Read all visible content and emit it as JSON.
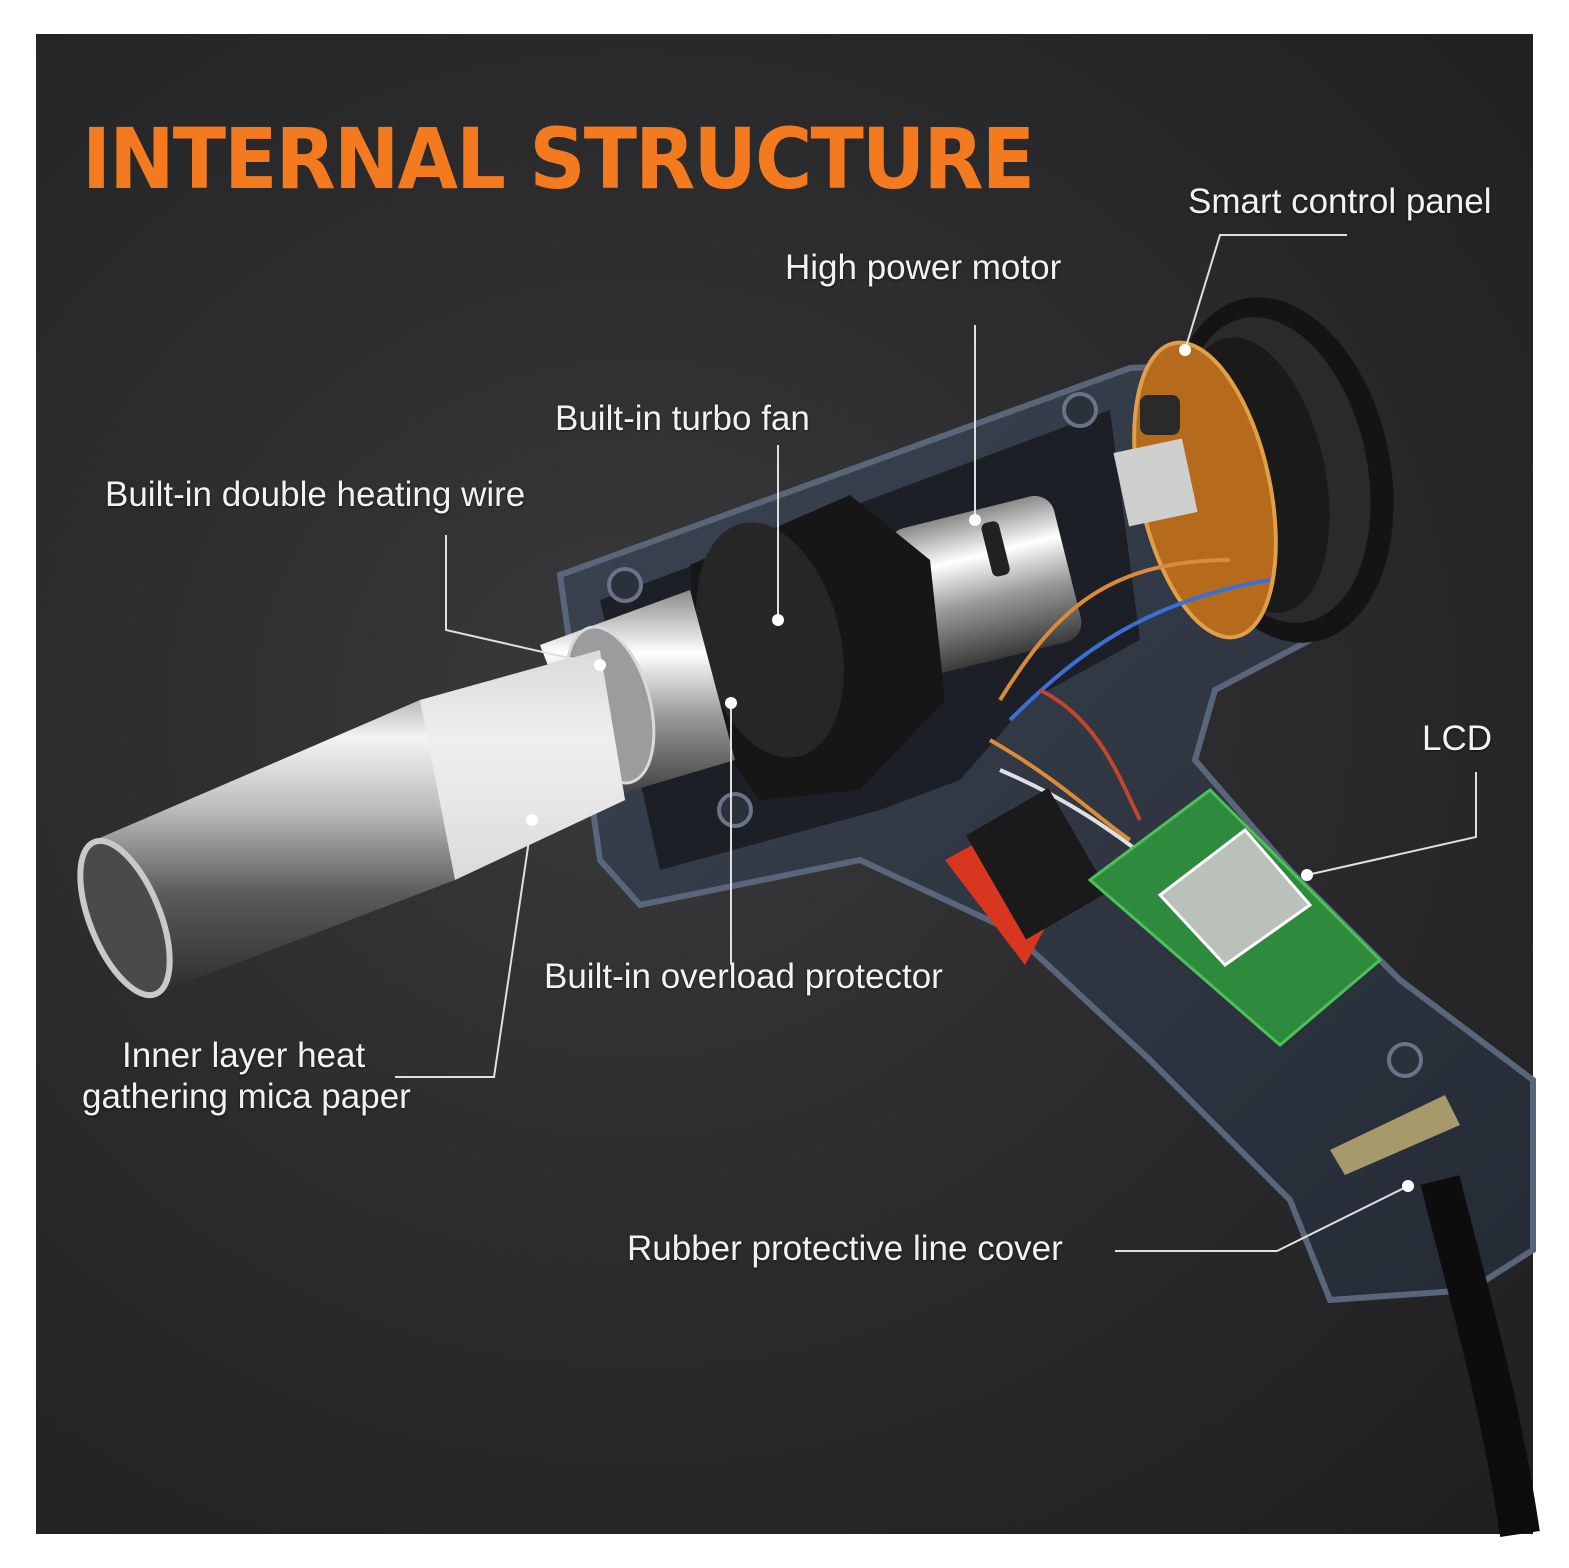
{
  "title": "INTERNAL STRUCTURE",
  "colors": {
    "title": "#f47a20",
    "background": "#2c2c2e",
    "label_text": "#f2f2f2",
    "leader_line": "#e0e0e0",
    "pcb_green": "#2e8b3e",
    "switch_red": "#d8361f"
  },
  "labels": {
    "smart_control_panel": "Smart control panel",
    "high_power_motor": "High power motor",
    "turbo_fan": "Built-in turbo fan",
    "double_heating_wire": "Built-in double heating wire",
    "lcd": "LCD",
    "overload_protector": "Built-in overload protector",
    "mica_paper_line1": "Inner layer heat",
    "mica_paper_line2": "gathering mica paper",
    "line_cover": "Rubber protective line cover"
  }
}
